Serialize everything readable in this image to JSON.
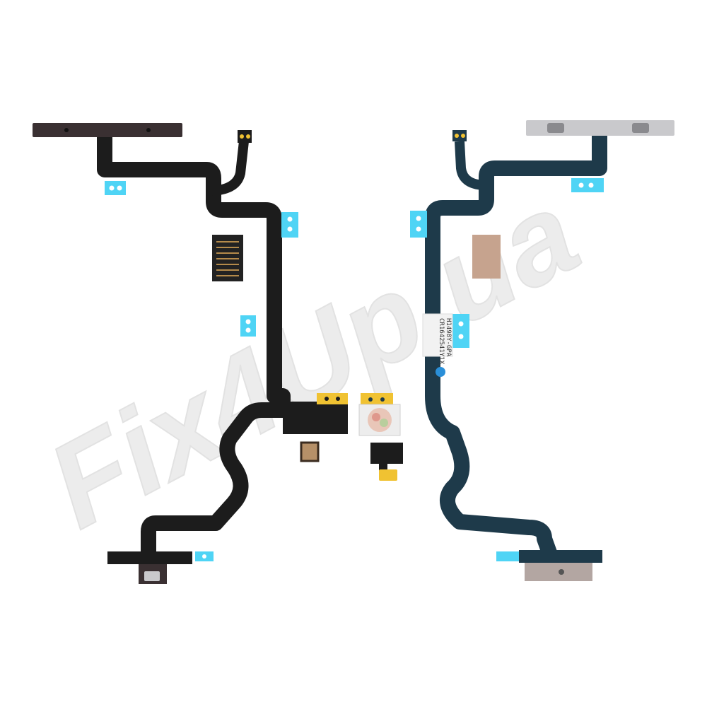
{
  "product_photo": {
    "watermark": "Fix4Up.ua",
    "sticker_line_1": "CR1642541Y1X",
    "sticker_line_2": "H1498Y-GPA"
  },
  "colors": {
    "background": "#ffffff",
    "flex_back": "#1c1c1c",
    "flex_front": "#1e3a4a",
    "adhesive": "#4fd4f5",
    "bracket": "#3a3032",
    "bracket_silver": "#c9c9cc",
    "gold_contact": "#f0c232",
    "watermark": "#e4e4e4"
  }
}
